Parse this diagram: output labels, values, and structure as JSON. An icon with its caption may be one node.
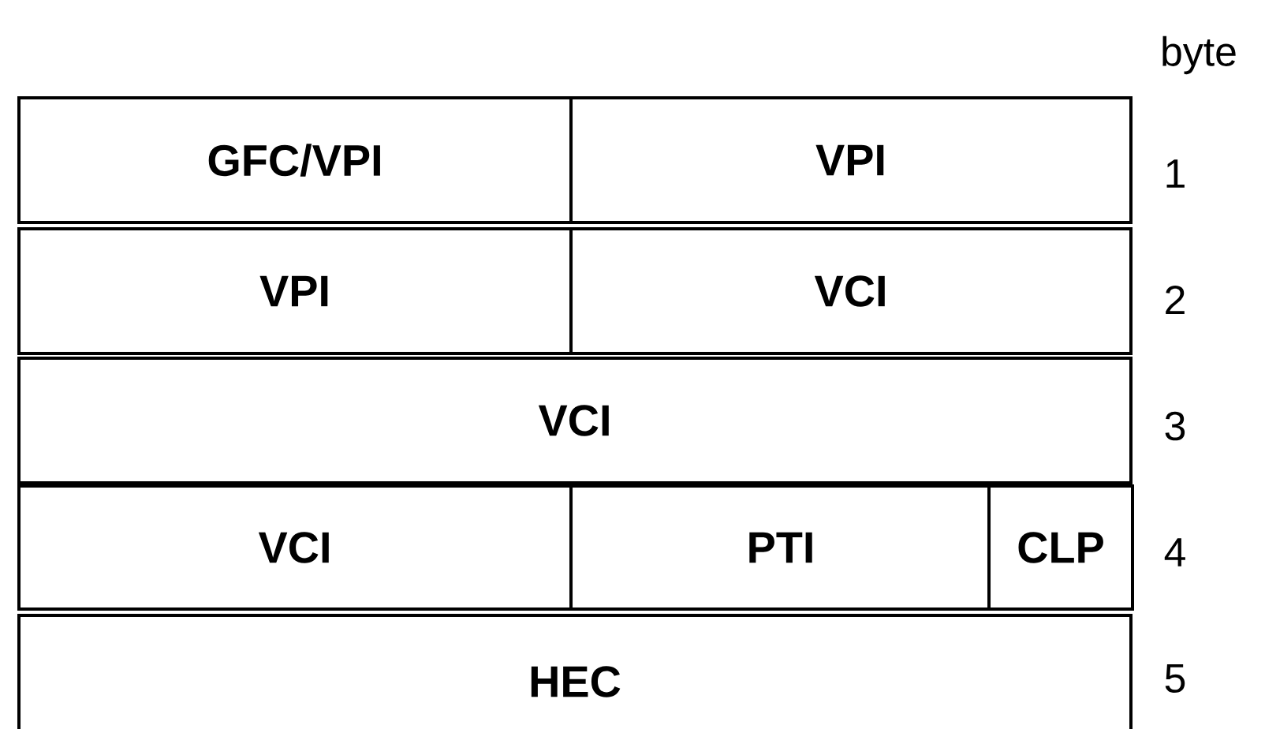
{
  "diagram": {
    "nodes": [
      {
        "text": [
          "GFC/VPI"
        ]
      },
      {
        "text": [
          "VPI"
        ]
      },
      {
        "text": [
          "VPI"
        ]
      },
      {
        "text": [
          "VCI"
        ]
      },
      {
        "text": [
          "VCI"
        ]
      },
      {
        "text": [
          "VCI"
        ]
      },
      {
        "text": [
          "PTI"
        ]
      },
      {
        "text": [
          "CLP"
        ]
      },
      {
        "text": [
          "HEC"
        ]
      }
    ],
    "labels": [
      "byte",
      "1",
      "2",
      "3",
      "4",
      "5"
    ]
  }
}
